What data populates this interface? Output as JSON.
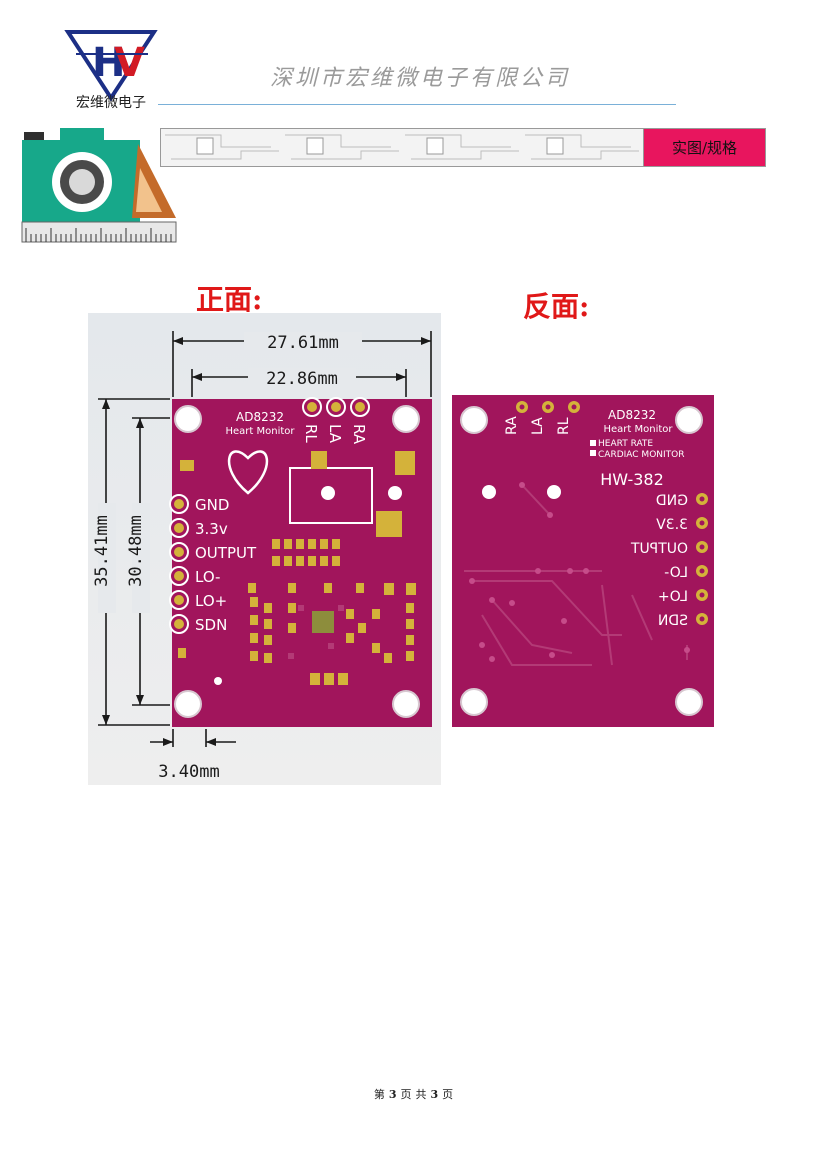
{
  "header": {
    "logo_text": "宏维微电子",
    "company_name": "深圳市宏维微电子有限公司",
    "spec_tab": "实图/规格"
  },
  "front": {
    "label": "正面:",
    "dim_width_outer": "27.61mm",
    "dim_width_inner": "22.86mm",
    "dim_height_outer": "35.41mm",
    "dim_height_inner": "30.48mm",
    "dim_offset": "3.40mm",
    "chip_name": "AD8232",
    "board_subtitle": "Heart Monitor",
    "top_pins": [
      "RL",
      "LA",
      "RA"
    ],
    "side_pins": [
      "GND",
      "3.3v",
      "OUTPUT",
      "LO-",
      "LO+",
      "SDN"
    ]
  },
  "back": {
    "label": "反面:",
    "top_pins": [
      "RA",
      "LA",
      "RL"
    ],
    "chip_name": "AD8232",
    "board_subtitle": "Heart Monitor",
    "check_heart_rate": "HEART RATE",
    "check_cardiac": "CARDIAC MONITOR",
    "model": "HW-382",
    "side_pins": [
      "GND",
      "3.3V",
      "OUTPUT",
      "LO-",
      "LO+",
      "SDN"
    ]
  },
  "footer": {
    "page_prefix": "第",
    "page_current": "3",
    "page_unit": "页",
    "total_prefix": "共",
    "page_total": "3",
    "total_unit": "页"
  },
  "colors": {
    "pcb": "#a1155c",
    "pad": "#d4b23a",
    "accent_tab": "#e8155e",
    "label_red": "#e01818"
  }
}
